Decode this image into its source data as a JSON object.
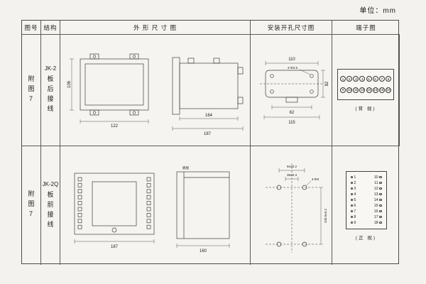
{
  "unit_label": "单位：mm",
  "headers": {
    "fig_no": "图号",
    "structure": "结构",
    "outline": "外 形 尺 寸 图",
    "mounting": "安装开孔尺寸图",
    "terminal": "端子图"
  },
  "row1": {
    "fig_no": "附图7",
    "model": "JK-2",
    "wiring": "板后接线",
    "outline": {
      "front_width": "122",
      "front_height": "106",
      "side_depth": "164",
      "side_total": "187"
    },
    "mounting": {
      "top_width": "110",
      "holes": "4-Φ2.5",
      "right_height": "82",
      "bottom_inner": "62",
      "bottom_total": "115"
    },
    "terminal": {
      "top": [
        "1",
        "2",
        "3",
        "4",
        "5",
        "6",
        "7",
        "8"
      ],
      "bottom": [
        "9",
        "10",
        "11",
        "12",
        "13",
        "14",
        "15",
        "16"
      ],
      "view_label": "(背 视)"
    }
  },
  "row2": {
    "fig_no": "附图7",
    "model": "JK-2Q",
    "wiring": "板前接线",
    "outline": {
      "front_width": "187",
      "side_width": "160",
      "side_label": "底视"
    },
    "mounting": {
      "top_width": "94±0.2",
      "top_inner": "38±0.3",
      "holes": "4-Φ6",
      "right_height": "100.5±0.2"
    },
    "terminal": {
      "pairs": [
        [
          "1",
          "10"
        ],
        [
          "2",
          "11"
        ],
        [
          "3",
          "12"
        ],
        [
          "4",
          "13"
        ],
        [
          "5",
          "14"
        ],
        [
          "6",
          "15"
        ],
        [
          "7",
          "16"
        ],
        [
          "8",
          "17"
        ],
        [
          "9",
          "18"
        ]
      ],
      "view_label": "(正 视)"
    }
  }
}
